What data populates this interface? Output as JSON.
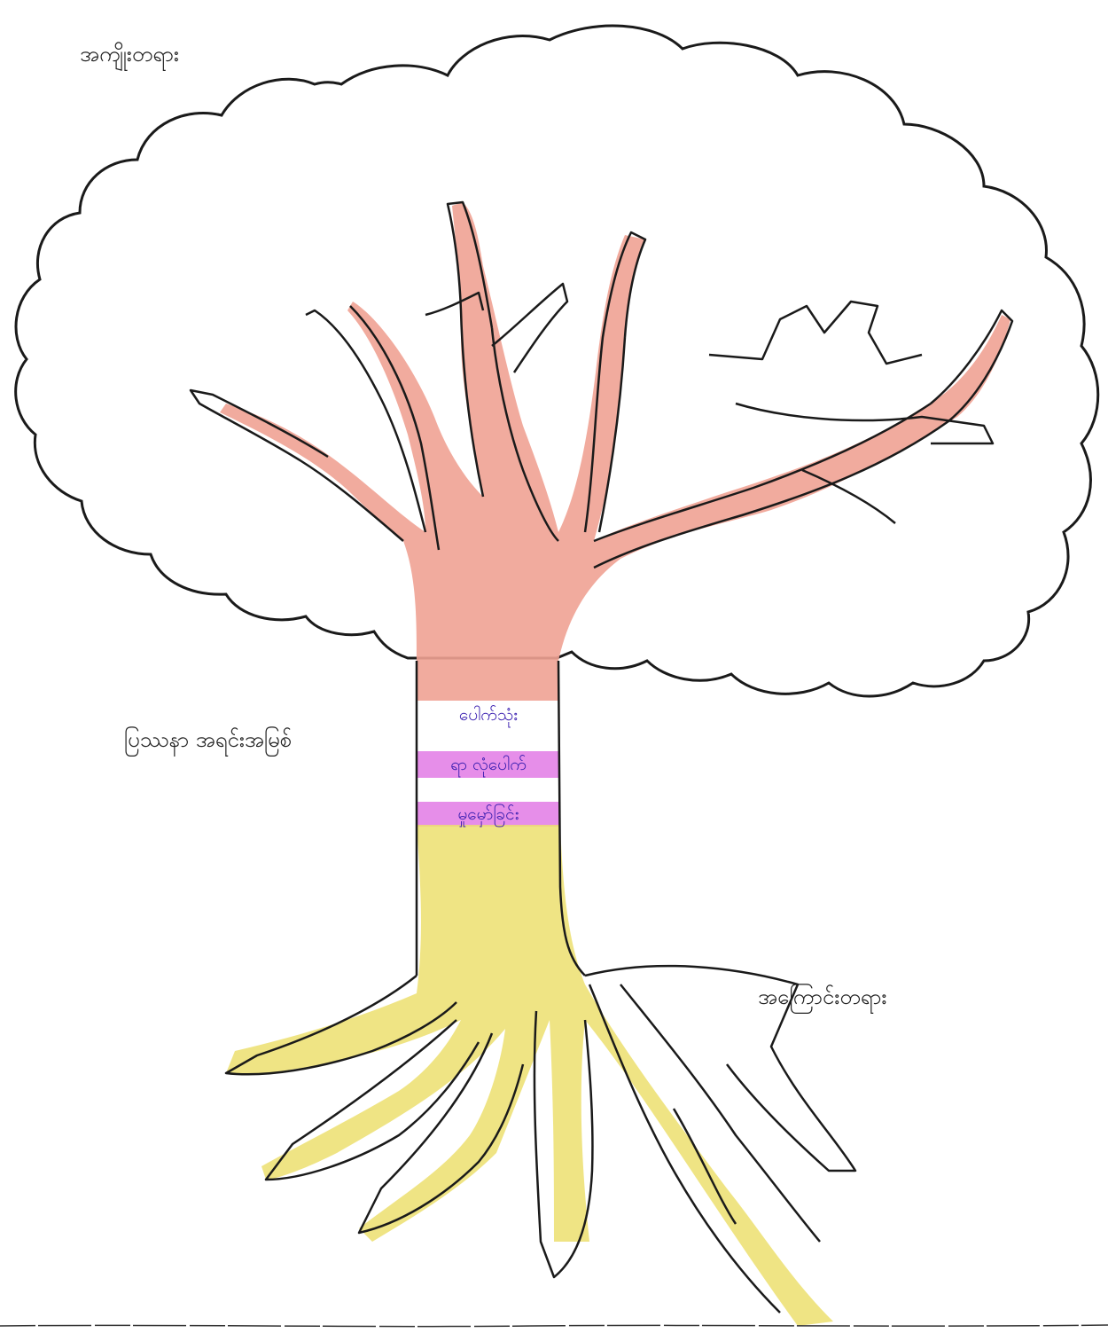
{
  "labels": {
    "effects": "အကျိုးတရား",
    "problem": "ပြဿနာ အရင်းအမြစ်",
    "causes": "အကြောင်းတရား"
  },
  "problem_bands": [
    "ပေါက်သုံး",
    "ရာ လုံပေါက်",
    "မှုမှော်ခြင်း"
  ],
  "effect_branches": [],
  "cause_roots": [],
  "colors": {
    "outline": "#1a1a1a",
    "trunk_upper": "#f0a294",
    "band_fill": "#e68ee9",
    "roots": "#ecdf6f",
    "handwriting_blue": "#2a1fb0"
  }
}
